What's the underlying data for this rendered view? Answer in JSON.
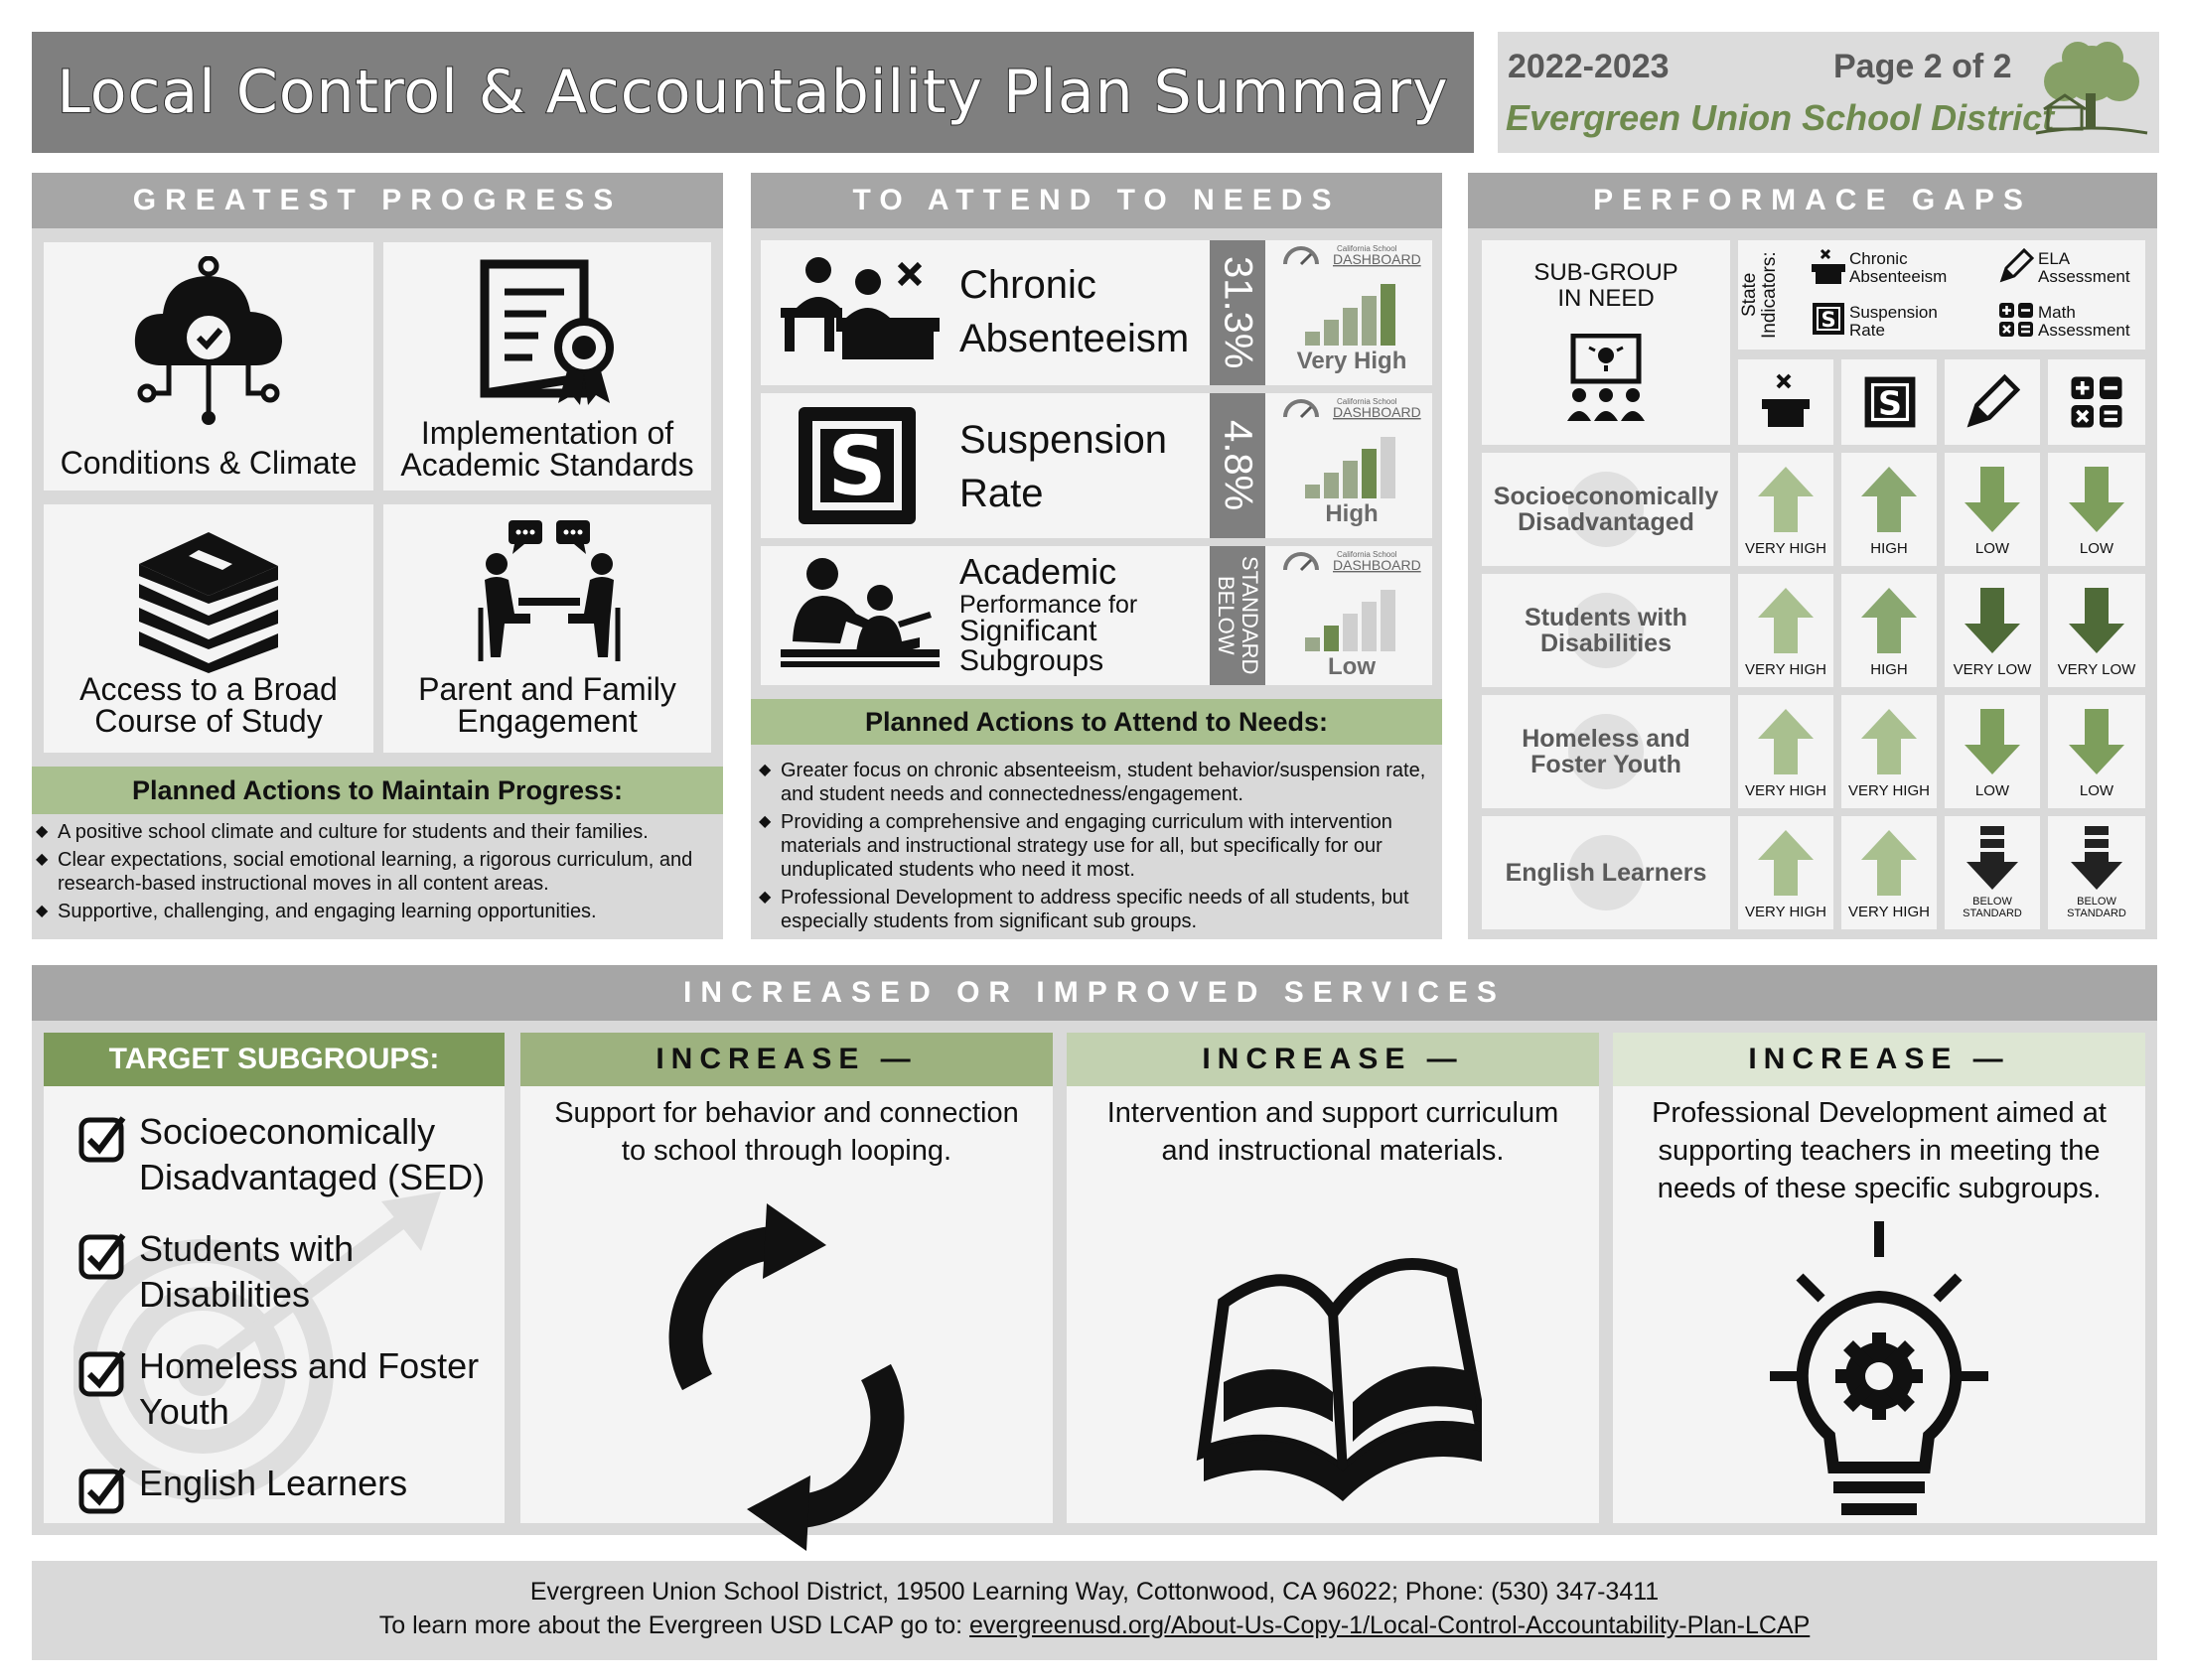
{
  "header": {
    "title": "Local Control & Accountability Plan Summary",
    "year": "2022-2023",
    "page": "Page 2 of 2",
    "district": "Evergreen Union School District"
  },
  "progress": {
    "heading": "GREATEST PROGRESS",
    "cards": [
      {
        "label": "Conditions & Climate",
        "icon": "cloud-check-icon"
      },
      {
        "label": "Implementation of Academic Standards",
        "icon": "certificate-icon"
      },
      {
        "label": "Access to a Broad Course of Study",
        "icon": "books-stack-icon"
      },
      {
        "label": "Parent and Family Engagement",
        "icon": "conversation-icon"
      }
    ],
    "actions_heading": "Planned Actions to Maintain Progress:",
    "actions": [
      "A positive school climate and culture for students and their families.",
      "Clear expectations, social emotional learning, a rigorous curriculum, and research-based instructional moves in all content areas.",
      "Supportive, challenging, and engaging learning opportunities."
    ]
  },
  "needs": {
    "heading": "TO ATTEND TO NEEDS",
    "dashboard_label_top": "California School",
    "dashboard_label": "DASHBOARD",
    "items": [
      {
        "title_1": "Chronic",
        "title_2": "Absenteeism",
        "value": "31.3%",
        "level": "Very High",
        "level_fill": 5
      },
      {
        "title_1": "Suspension",
        "title_2": "Rate",
        "value": "4.8%",
        "level": "High",
        "level_fill": 4
      },
      {
        "title_1": "Academic",
        "title_2": "Performance for",
        "title_3": "Significant",
        "title_4": "Subgroups",
        "value_1": "BELOW",
        "value_2": "STANDARD",
        "level": "Low",
        "level_fill": 2
      }
    ],
    "actions_heading": "Planned Actions to Attend to Needs:",
    "actions": [
      "Greater focus on chronic absenteeism, student behavior/suspension rate, and student needs and connectedness/engagement.",
      "Providing a comprehensive and engaging curriculum with intervention materials and instructional strategy use for all, but specifically for our unduplicated students who need it most.",
      "Professional Development to address specific needs of all students, but especially students from significant sub groups."
    ]
  },
  "gaps": {
    "heading": "PERFORMACE GAPS",
    "subgroup_heading_1": "SUB-GROUP",
    "subgroup_heading_2": "IN NEED",
    "state_indicators": "State Indicators:",
    "legend": [
      {
        "label_1": "Chronic",
        "label_2": "Absenteeism",
        "icon": "desk-x-icon"
      },
      {
        "label_1": "ELA",
        "label_2": "Assessment",
        "icon": "pencil-icon"
      },
      {
        "label_1": "Suspension",
        "label_2": "Rate",
        "icon": "suspension-s-icon"
      },
      {
        "label_1": "Math",
        "label_2": "Assessment",
        "icon": "math-symbols-icon"
      }
    ],
    "rows": [
      {
        "name_1": "Socioeconomically",
        "name_2": "Disadvantaged",
        "cells": [
          {
            "dir": "up",
            "color": "#a9c08f",
            "label": "VERY HIGH"
          },
          {
            "dir": "up",
            "color": "#8aa870",
            "label": "HIGH"
          },
          {
            "dir": "down",
            "color": "#7d9e5c",
            "label": "LOW"
          },
          {
            "dir": "down",
            "color": "#7d9e5c",
            "label": "LOW"
          }
        ]
      },
      {
        "name_1": "Students with",
        "name_2": "Disabilities",
        "cells": [
          {
            "dir": "up",
            "color": "#a9c08f",
            "label": "VERY HIGH"
          },
          {
            "dir": "up",
            "color": "#8aa870",
            "label": "HIGH"
          },
          {
            "dir": "down",
            "color": "#4f6b38",
            "label": "VERY LOW"
          },
          {
            "dir": "down",
            "color": "#4f6b38",
            "label": "VERY LOW"
          }
        ]
      },
      {
        "name_1": "Homeless and",
        "name_2": "Foster Youth",
        "cells": [
          {
            "dir": "up",
            "color": "#a9c08f",
            "label": "VERY HIGH"
          },
          {
            "dir": "up",
            "color": "#a9c08f",
            "label": "VERY HIGH"
          },
          {
            "dir": "down",
            "color": "#7d9e5c",
            "label": "LOW"
          },
          {
            "dir": "down",
            "color": "#7d9e5c",
            "label": "LOW"
          }
        ]
      },
      {
        "name_1": "English Learners",
        "name_2": "",
        "cells": [
          {
            "dir": "up",
            "color": "#a9c08f",
            "label": "VERY HIGH"
          },
          {
            "dir": "up",
            "color": "#a9c08f",
            "label": "VERY HIGH"
          },
          {
            "dir": "down-bar",
            "color": "#222222",
            "label_1": "BELOW",
            "label_2": "STANDARD"
          },
          {
            "dir": "down-bar",
            "color": "#222222",
            "label_1": "BELOW",
            "label_2": "STANDARD"
          }
        ]
      }
    ]
  },
  "services": {
    "heading": "INCREASED OR IMPROVED SERVICES",
    "target_heading": "TARGET SUBGROUPS:",
    "targets": [
      {
        "line_1": "Socioeconomically",
        "line_2": "Disadvantaged (SED)"
      },
      {
        "line_1": "Students with",
        "line_2": "Disabilities"
      },
      {
        "line_1": "Homeless and Foster",
        "line_2": "Youth"
      },
      {
        "line_1": "English Learners",
        "line_2": ""
      }
    ],
    "increase_label": "INCREASE —",
    "columns": [
      {
        "text": "Support for behavior and connection to school through looping.",
        "icon": "cycle-arrows-icon",
        "color": "#9db27f"
      },
      {
        "text": "Intervention and support curriculum and instructional materials.",
        "icon": "open-book-icon",
        "color": "#c2d1b0"
      },
      {
        "text": "Professional Development aimed at supporting teachers in meeting the needs of these specific subgroups.",
        "icon": "lightbulb-gear-icon",
        "color": "#dde6d3"
      }
    ]
  },
  "footer": {
    "line_1": "Evergreen Union School District, 19500 Learning Way, Cottonwood, CA 96022; Phone: (530) 347-3411",
    "line_2_prefix": "To learn more about the Evergreen USD LCAP go to: ",
    "link": "evergreenusd.org/About-Us-Copy-1/Local-Control-Accountability-Plan-LCAP"
  }
}
